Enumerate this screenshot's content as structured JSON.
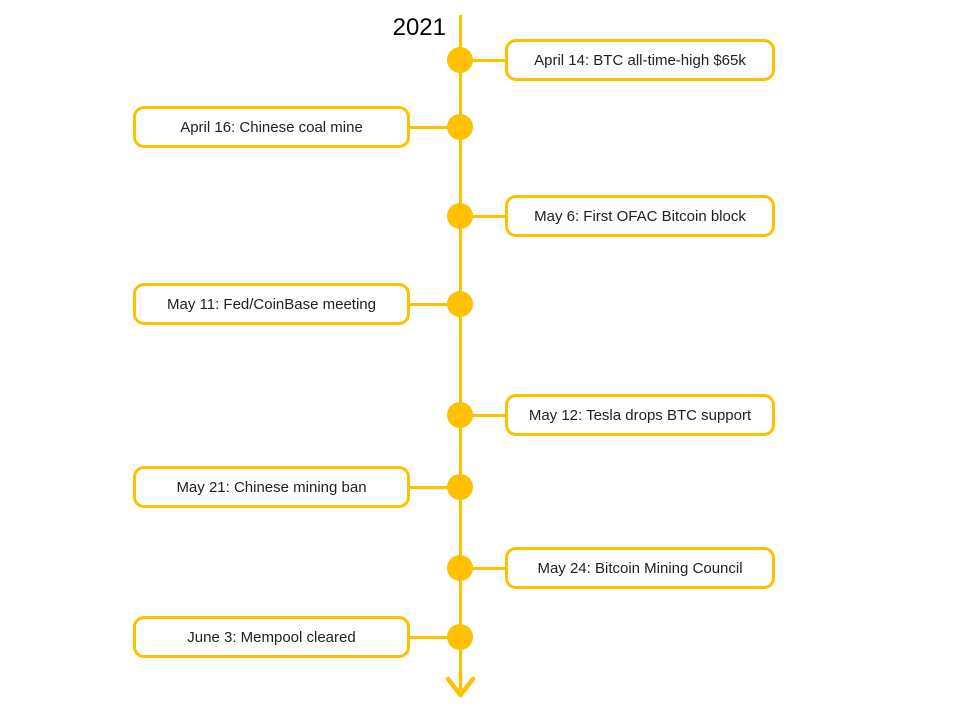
{
  "colors": {
    "accent": "#FFC000",
    "background": "#FFFFFF",
    "text": "#1F1F1F"
  },
  "timeline": {
    "year": "2021",
    "events": [
      {
        "label": "April 14: BTC all-time-high $65k",
        "side": "right"
      },
      {
        "label": "April 16: Chinese coal mine",
        "side": "left"
      },
      {
        "label": "May 6: First OFAC Bitcoin block",
        "side": "right"
      },
      {
        "label": "May 11: Fed/CoinBase meeting",
        "side": "left"
      },
      {
        "label": "May 12: Tesla drops BTC support",
        "side": "right"
      },
      {
        "label": "May 21: Chinese mining ban",
        "side": "left"
      },
      {
        "label": "May 24: Bitcoin Mining Council",
        "side": "right"
      },
      {
        "label": "June 3: Mempool cleared",
        "side": "left"
      }
    ]
  }
}
